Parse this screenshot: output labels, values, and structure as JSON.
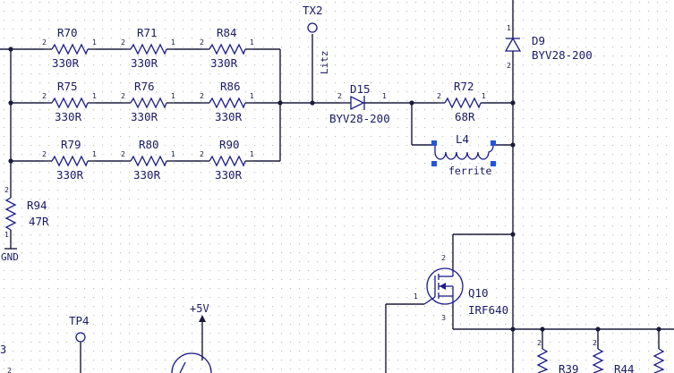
{
  "schematic": {
    "resistors": [
      {
        "ref": "R70",
        "value": "330R",
        "pins": [
          "2",
          "1"
        ]
      },
      {
        "ref": "R71",
        "value": "330R",
        "pins": [
          "2",
          "1"
        ]
      },
      {
        "ref": "R84",
        "value": "330R",
        "pins": [
          "2",
          "1"
        ]
      },
      {
        "ref": "R75",
        "value": "330R",
        "pins": [
          "2",
          "1"
        ]
      },
      {
        "ref": "R76",
        "value": "330R",
        "pins": [
          "2",
          "1"
        ]
      },
      {
        "ref": "R86",
        "value": "330R",
        "pins": [
          "2",
          "1"
        ]
      },
      {
        "ref": "R79",
        "value": "330R",
        "pins": [
          "2",
          "1"
        ]
      },
      {
        "ref": "R80",
        "value": "330R",
        "pins": [
          "2",
          "1"
        ]
      },
      {
        "ref": "R90",
        "value": "330R",
        "pins": [
          "2",
          "1"
        ]
      },
      {
        "ref": "R72",
        "value": "68R",
        "pins": [
          "2",
          "1"
        ]
      },
      {
        "ref": "R94",
        "value": "47R",
        "pins": [
          "2",
          "1"
        ]
      },
      {
        "ref": "R39",
        "pins": [
          "2"
        ]
      },
      {
        "ref": "R44",
        "pins": [
          "2"
        ]
      }
    ],
    "diodes": [
      {
        "ref": "D15",
        "value": "BYV28-200",
        "pins": [
          "2",
          "1"
        ]
      },
      {
        "ref": "D9",
        "value": "BYV28-200",
        "pins": [
          "1",
          "2"
        ]
      }
    ],
    "inductor": {
      "ref": "L4",
      "value": "ferrite"
    },
    "mosfet": {
      "ref": "Q10",
      "value": "IRF640",
      "pins": [
        "2",
        "1",
        "3"
      ]
    },
    "testpoints": [
      {
        "ref": "TX2",
        "net_label": "Litz"
      },
      {
        "ref": "TP4"
      }
    ],
    "power": {
      "label": "+5V"
    },
    "ground": {
      "label": "GND"
    },
    "edge_label": "3"
  }
}
